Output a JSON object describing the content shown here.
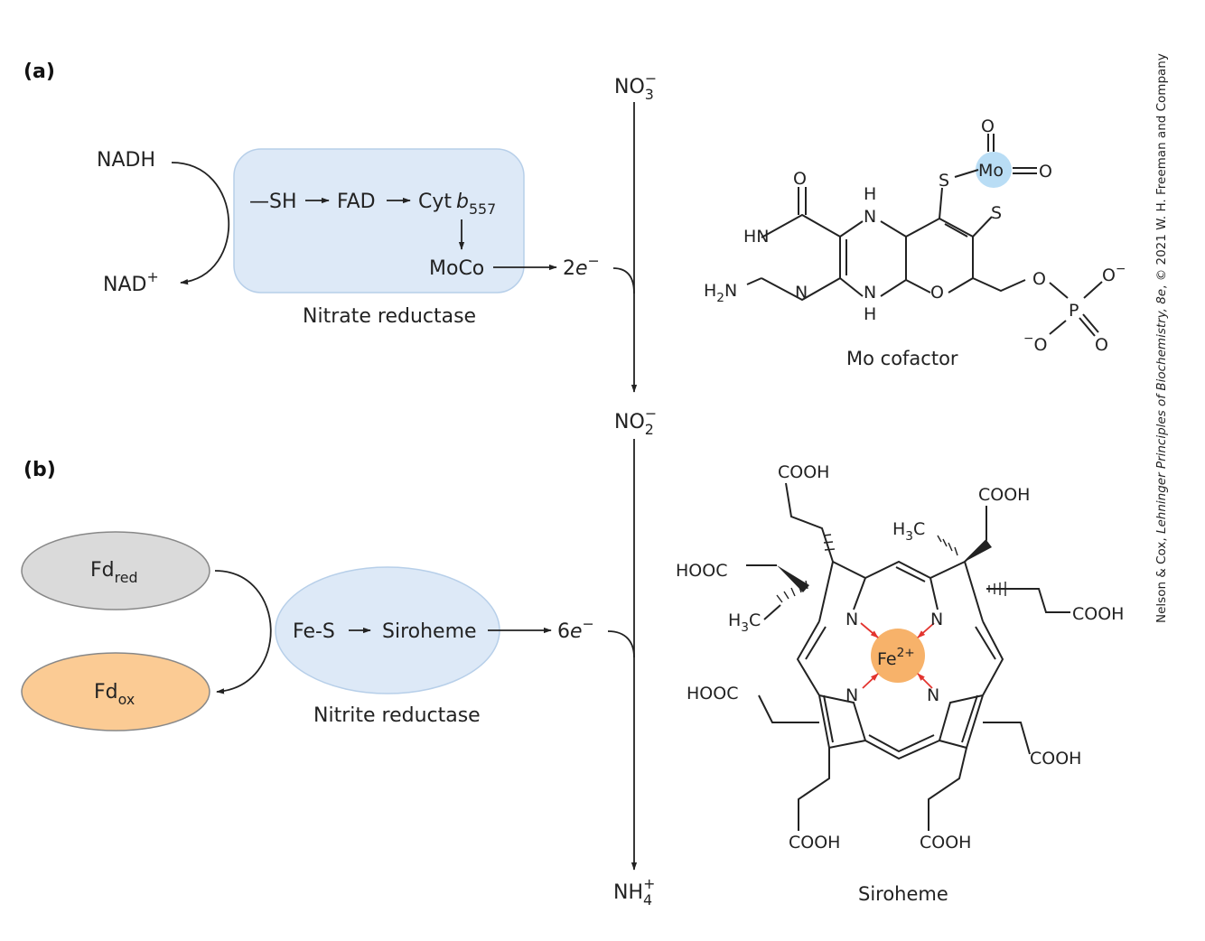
{
  "panels": {
    "a": "(a)",
    "b": "(b)"
  },
  "ions": {
    "nitrate": "NO",
    "nitrate_sub": "3",
    "nitrate_sup": "−",
    "nitrite": "NO",
    "nitrite_sub": "2",
    "nitrite_sup": "−",
    "ammonium": "NH",
    "ammonium_sub": "4",
    "ammonium_sup": "+"
  },
  "panel_a": {
    "donor": "NADH",
    "product": "NAD",
    "product_sup": "+",
    "chain": {
      "sh": "—SH",
      "fad": "FAD",
      "cyt": "Cyt",
      "cyt_b": "b",
      "cyt_sub": "557",
      "moco": "MoCo"
    },
    "electrons": "2",
    "electron_symbol": "e",
    "electron_sup": "−",
    "enzyme_label": "Nitrate reductase",
    "cofactor_label": "Mo cofactor"
  },
  "panel_b": {
    "fd_red": "Fd",
    "fd_red_sub": "red",
    "fd_ox": "Fd",
    "fd_ox_sub": "ox",
    "chain": {
      "fes": "Fe-S",
      "siroheme": "Siroheme"
    },
    "electrons": "6",
    "electron_symbol": "e",
    "electron_sup": "−",
    "enzyme_label": "Nitrite reductase",
    "cofactor_label": "Siroheme"
  },
  "mo_atoms": {
    "o_top": "O",
    "mo": "Mo",
    "o_right": "O",
    "s1": "S",
    "s2": "S",
    "o_carbonyl": "O",
    "hn": "HN",
    "h_top": "H",
    "n_top": "N",
    "h2n_h": "H",
    "h2n_sub": "2",
    "h2n_n": "N",
    "n_ring": "N",
    "n_bot": "N",
    "h_bot": "H",
    "o_pyran": "O",
    "o_ester": "O",
    "p": "P",
    "o_phos1": "O",
    "o_phos1_sup": "−",
    "o_phos2": "O",
    "o_phos2_pre": "−",
    "o_phos3": "O"
  },
  "siroheme_atoms": {
    "cooh": "COOH",
    "hooc": "HOOC",
    "h3c_h": "H",
    "h3c_sub": "3",
    "h3c_c": "C",
    "n": "N",
    "fe": "Fe",
    "fe_sup": "2+"
  },
  "credit": {
    "authors": "Nelson & Cox, ",
    "book": "Lehninger Principles of Biochemistry, 8e",
    "rest": ", © 2021 W. H. Freeman and Company"
  },
  "colors": {
    "enzyme_fill": "#dde9f7",
    "enzyme_stroke": "#b7cfe9",
    "fd_red_fill": "#dadada",
    "fd_ox_fill": "#fbcb94",
    "fe_fill": "#f7b26a",
    "mo_fill": "#b9ddf5",
    "fe_arrow": "#e3342f"
  }
}
